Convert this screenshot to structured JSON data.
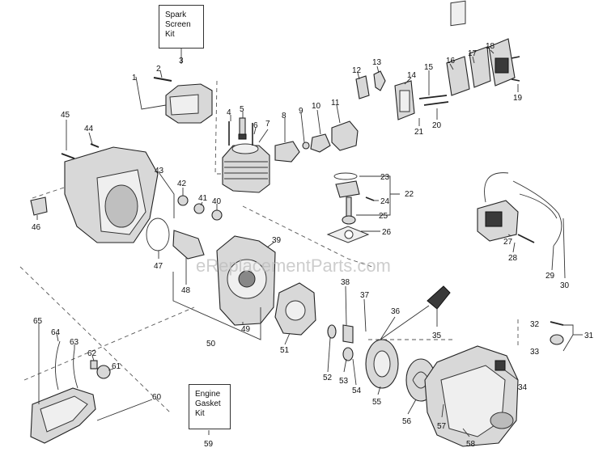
{
  "watermark": "eReplacementParts.com",
  "kits": {
    "spark_screen": {
      "line1": "Spark",
      "line2": "Screen",
      "line3": "Kit"
    },
    "engine_gasket": {
      "line1": "Engine",
      "line2": "Gasket",
      "line3": "Kit"
    }
  },
  "callouts": [
    "1",
    "2",
    "3",
    "4",
    "5",
    "6",
    "7",
    "8",
    "9",
    "10",
    "11",
    "12",
    "13",
    "14",
    "15",
    "16",
    "17",
    "18",
    "19",
    "20",
    "21",
    "22",
    "23",
    "24",
    "25",
    "26",
    "27",
    "28",
    "29",
    "30",
    "31",
    "32",
    "33",
    "34",
    "35",
    "36",
    "37",
    "38",
    "39",
    "40",
    "41",
    "42",
    "43",
    "44",
    "45",
    "46",
    "47",
    "48",
    "49",
    "50",
    "51",
    "52",
    "53",
    "54",
    "55",
    "56",
    "57",
    "58",
    "59",
    "60",
    "61",
    "62",
    "63",
    "64",
    "65"
  ]
}
